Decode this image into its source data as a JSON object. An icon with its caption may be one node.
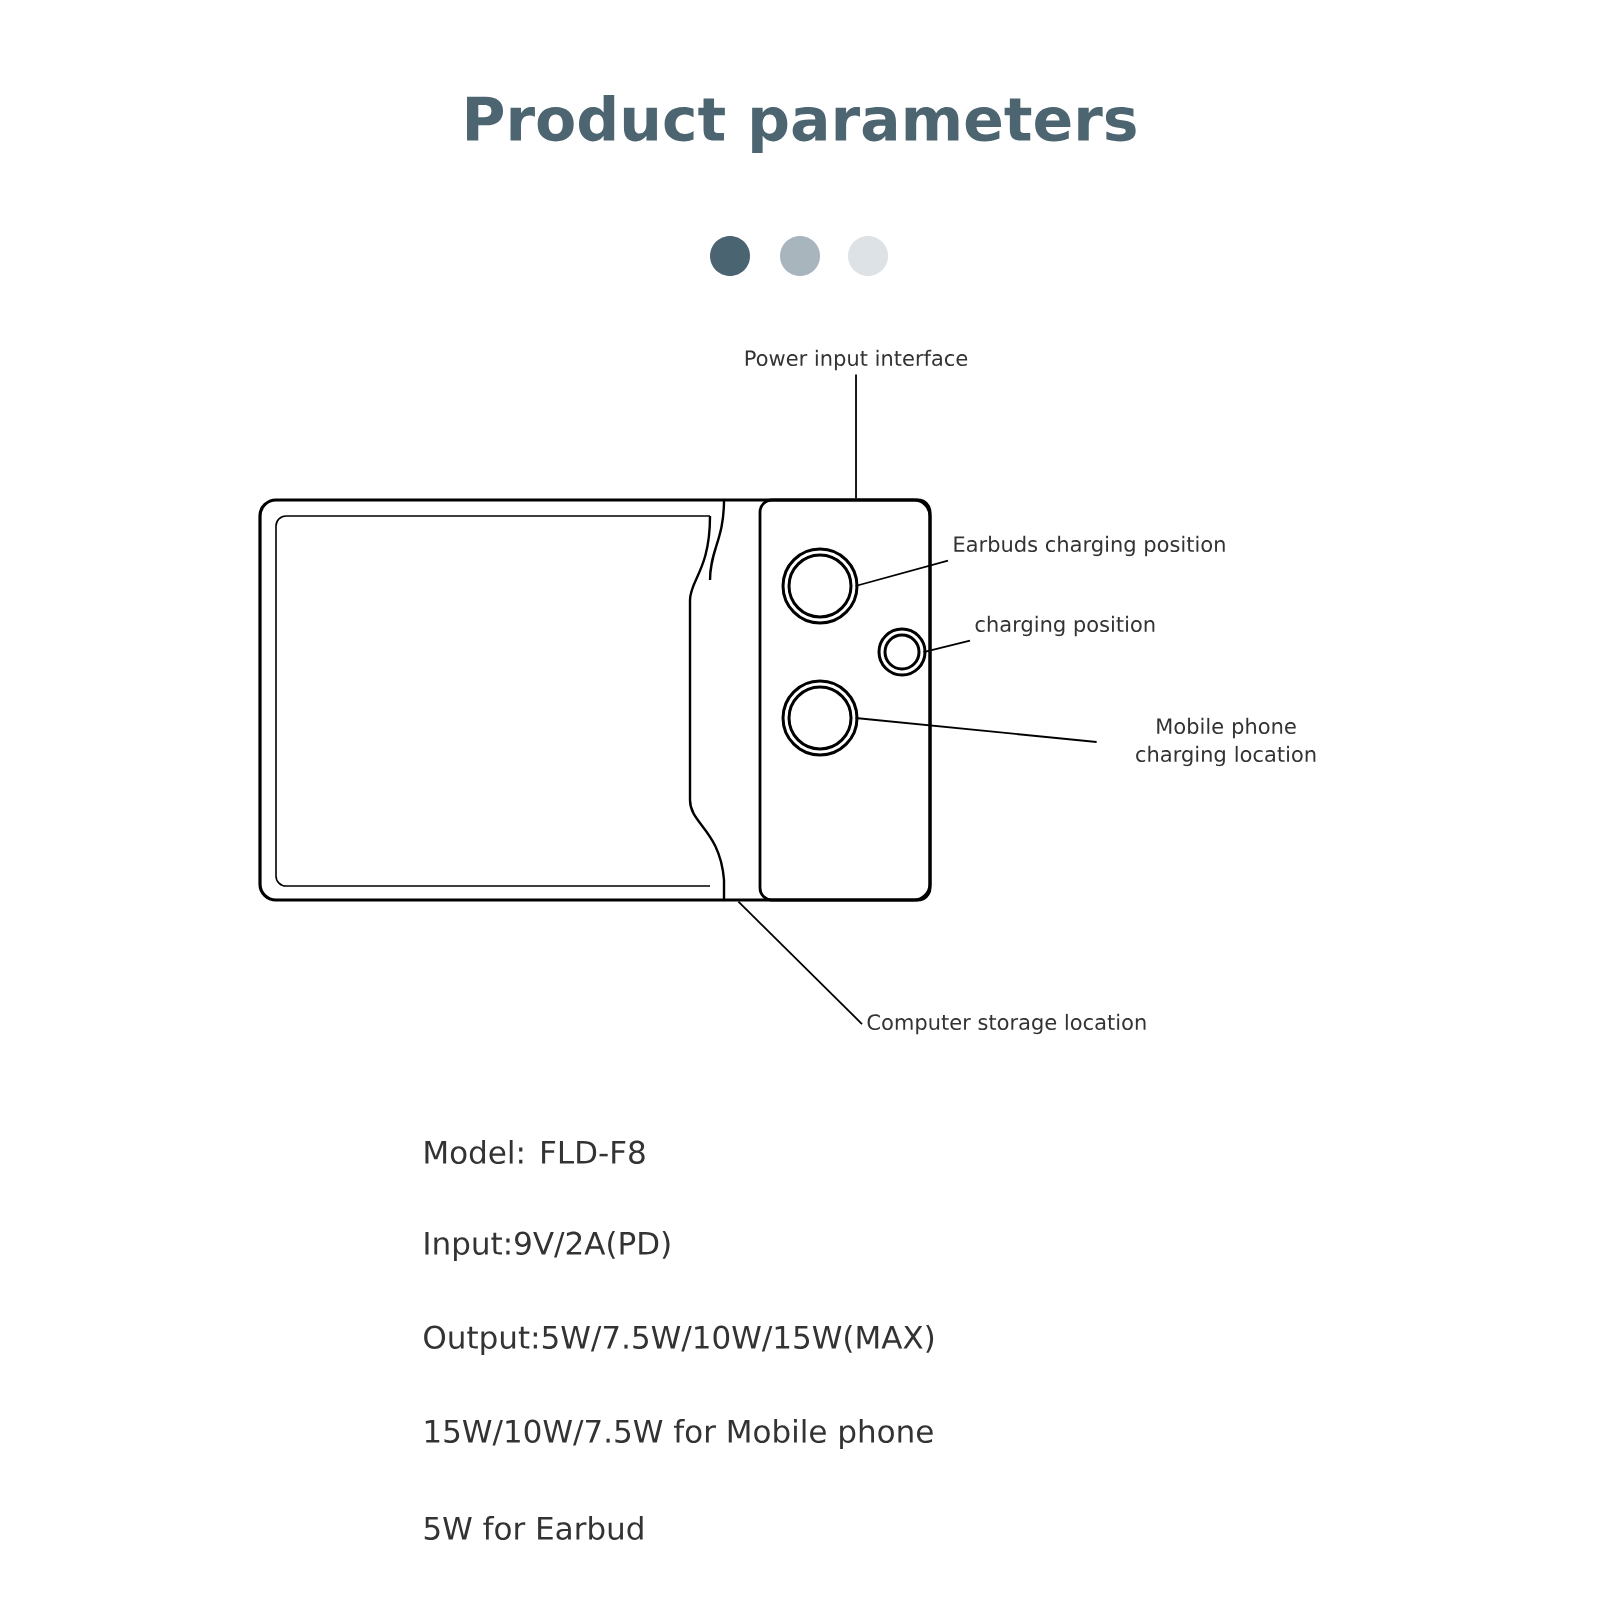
{
  "diagram": {
    "title": "Product parameters",
    "nodes": [
      {
        "text": [],
        "shape": "box"
      },
      {
        "text": [
          "Power input interface"
        ]
      },
      {
        "text": [
          "Earbuds charging position"
        ]
      },
      {
        "text": [],
        "shape": "circle",
        "in": 0
      },
      {
        "text": [
          "charging position"
        ]
      },
      {
        "text": [],
        "shape": "circle",
        "in": 0
      },
      {
        "text": [
          "Mobile phone charging location"
        ]
      },
      {
        "text": [],
        "shape": "circle",
        "in": 0
      },
      {
        "text": [
          "Computer storage location"
        ]
      }
    ],
    "edges": [
      {
        "from": 1,
        "to": 0,
        "arrow": "none"
      },
      {
        "from": 2,
        "to": 3,
        "arrow": "none"
      },
      {
        "from": 4,
        "to": 5,
        "arrow": "none"
      },
      {
        "from": 6,
        "to": 7,
        "arrow": "none"
      },
      {
        "from": 8,
        "to": 0,
        "arrow": "none"
      }
    ],
    "labels": [
      "Model: FLD-F8",
      "Input:9V/2A(PD)",
      "Output:5W/7.5W/10W/15W(MAX)",
      "15W/10W/7.5W for Mobile phone",
      "5W for Earbud"
    ]
  }
}
